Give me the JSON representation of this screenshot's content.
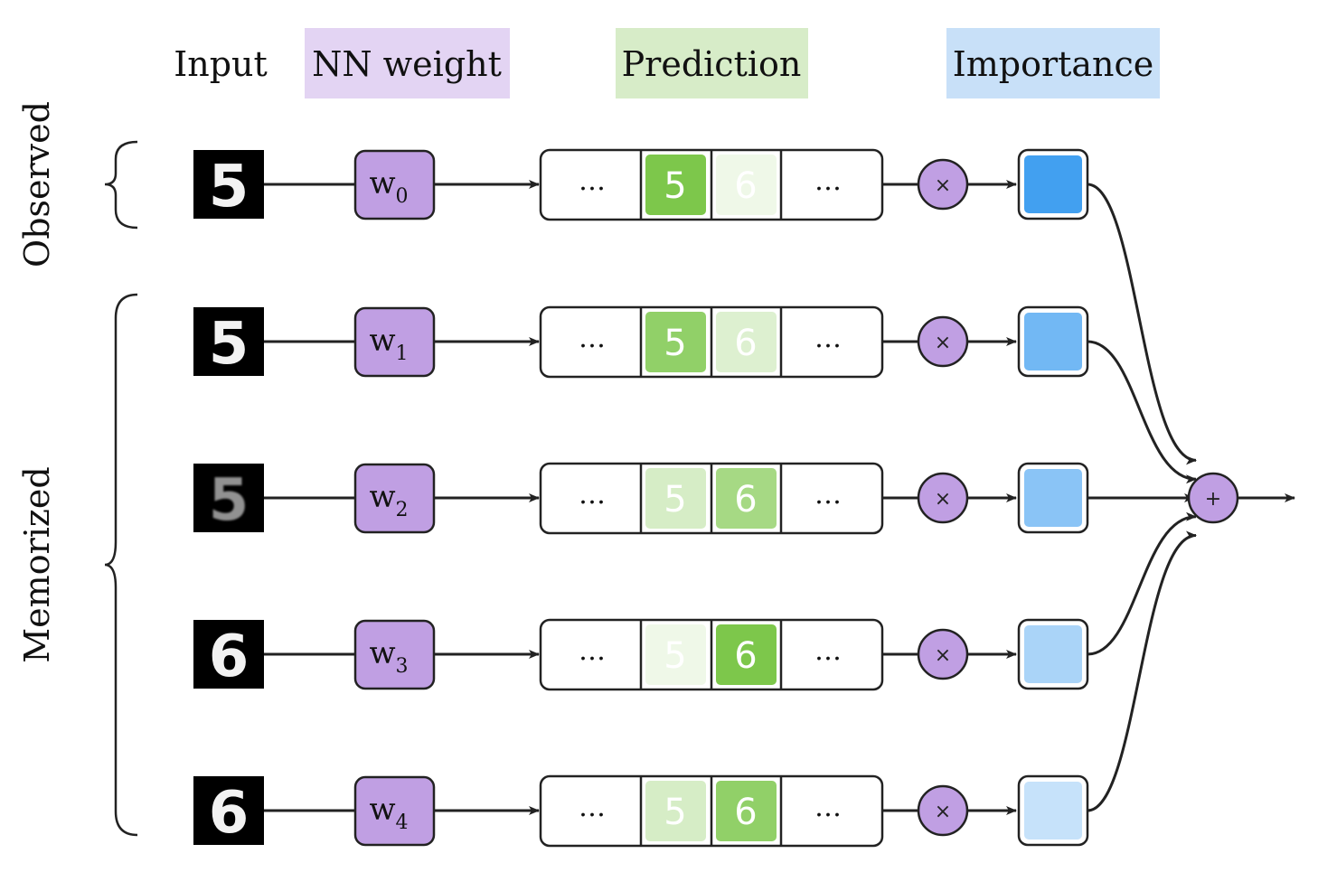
{
  "headers": {
    "input": "Input",
    "nn_weight": "NN weight",
    "prediction": "Prediction",
    "importance": "Importance"
  },
  "groups": {
    "observed": "Observed",
    "memorized": "Memorized"
  },
  "colors": {
    "header_weight_bg": "#e3d4f3",
    "header_prediction_bg": "#d7ecc8",
    "header_importance_bg": "#c8e0f8",
    "weight_fill": "#c09fe3",
    "operator_fill": "#c09fe3",
    "prediction_green": "#76c442",
    "importance_blue": "#42a0f0"
  },
  "rows": [
    {
      "input_digit": "5",
      "weight_label": "w",
      "weight_sub": "0",
      "pred_left": "…",
      "pred_5": "5",
      "pred_6": "6",
      "pred_right": "…",
      "op": "×",
      "p5": 0.95,
      "p6": 0.12,
      "importance": 1.0
    },
    {
      "input_digit": "5",
      "weight_label": "w",
      "weight_sub": "1",
      "pred_left": "…",
      "pred_5": "5",
      "pred_6": "6",
      "pred_right": "…",
      "op": "×",
      "p5": 0.8,
      "p6": 0.25,
      "importance": 0.7
    },
    {
      "input_digit": "5",
      "weight_label": "w",
      "weight_sub": "2",
      "pred_left": "…",
      "pred_5": "5",
      "pred_6": "6",
      "pred_right": "…",
      "op": "×",
      "p5": 0.3,
      "p6": 0.65,
      "importance": 0.55
    },
    {
      "input_digit": "6",
      "weight_label": "w",
      "weight_sub": "3",
      "pred_left": "…",
      "pred_5": "5",
      "pred_6": "6",
      "pred_right": "…",
      "op": "×",
      "p5": 0.12,
      "p6": 0.95,
      "importance": 0.35
    },
    {
      "input_digit": "6",
      "weight_label": "w",
      "weight_sub": "4",
      "pred_left": "…",
      "pred_5": "5",
      "pred_6": "6",
      "pred_right": "…",
      "op": "×",
      "p5": 0.3,
      "p6": 0.8,
      "importance": 0.18
    }
  ],
  "sum_op": "+"
}
